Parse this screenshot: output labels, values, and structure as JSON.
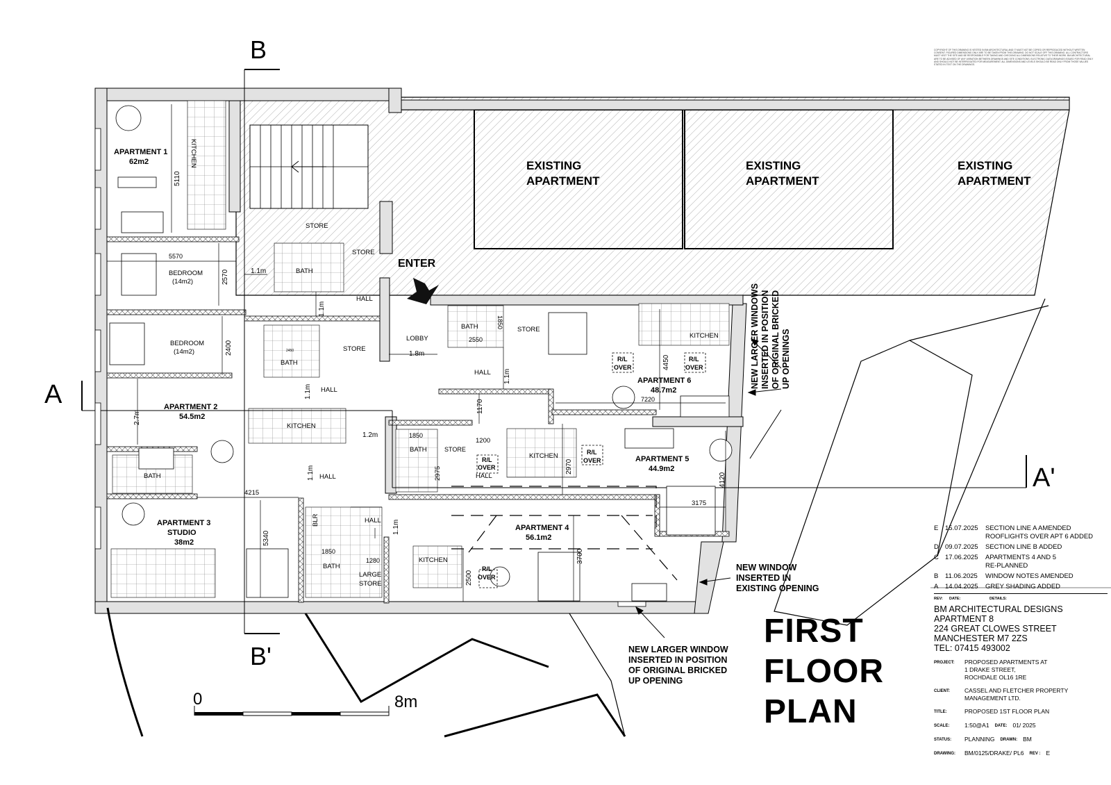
{
  "drawing_title": {
    "line1": "FIRST",
    "line2": "FLOOR",
    "line3": "PLAN"
  },
  "section_markers": {
    "b_top": "B",
    "b_bottom": "B'",
    "a_left": "A",
    "a_right": "A'"
  },
  "scale_bar": {
    "start": "0",
    "end": "8m"
  },
  "enter_label": "ENTER",
  "existing": [
    "EXISTING APARTMENT",
    "EXISTING APARTMENT",
    "EXISTING APARTMENT"
  ],
  "existing_lines": {
    "l1": "EXISTING",
    "l2": "APARTMENT"
  },
  "apartments": {
    "apt1": {
      "name": "APARTMENT 1",
      "area": "62m2"
    },
    "apt2": {
      "name": "APARTMENT 2",
      "area": "54.5m2"
    },
    "apt3": {
      "name": "APARTMENT 3",
      "sub": "STUDIO",
      "area": "38m2"
    },
    "apt4": {
      "name": "APARTMENT 4",
      "area": "56.1m2"
    },
    "apt5": {
      "name": "APARTMENT 5",
      "area": "44.9m2"
    },
    "apt6": {
      "name": "APARTMENT 6",
      "area": "48.7m2"
    }
  },
  "rooms": {
    "kitchen": "KITCHEN",
    "bedroom": "BEDROOM",
    "bedroom_area": "(14m2)",
    "bath": "BATH",
    "store": "STORE",
    "hall": "HALL",
    "lobby": "LOBBY",
    "blr": "BLR",
    "large_store_1": "LARGE",
    "large_store_2": "STORE",
    "rl": "R/L",
    "over": "OVER"
  },
  "dimensions": {
    "d5110": "5110",
    "d5570": "5570",
    "d2570": "2570",
    "d2400": "2400",
    "d27": "2.7m",
    "d11a": "1.1m",
    "d11b": "1.1m",
    "d11c": "1.1m",
    "d11d": "1.1m",
    "d11e": "1.1m",
    "d11f": "1.1m",
    "d18": "1.8m",
    "d12": "1.2m",
    "d2550": "2550",
    "d1850a": "1850",
    "d1850b": "1850",
    "d1850c": "1850",
    "d1170": "1170",
    "d1200": "1200",
    "d2975": "2975",
    "d2970": "2970",
    "d4450": "4450",
    "d7220": "7220",
    "d4120": "4120",
    "d3175": "3175",
    "d4215": "4215",
    "d5340": "5340",
    "d1280": "1280",
    "d2500": "2500",
    "d3700": "3700",
    "d2450": "2450"
  },
  "notes": {
    "windows_right": [
      "NEW LARGER WINDOWS",
      "INSERTED IN POSITION",
      "OF ORIGINAL BRICKED",
      "UP OPENINGS"
    ],
    "window_existing": [
      "NEW WINDOW",
      "INSERTED IN",
      "EXISTING OPENING"
    ],
    "window_bottom": [
      "NEW LARGER WINDOW",
      "INSERTED IN POSITION",
      "OF ORIGINAL BRICKED",
      "UP OPENING"
    ]
  },
  "copyright_text": "COPYRIGHT OF THIS DRAWING IS VESTED IN BM ARCHITECTURAL AND IT MUST NOT BE COPIED OR REPRODUCED WITHOUT WRITTEN CONSENT. FIGURED DIMENSIONS ONLY ARE TO BE TAKEN FROM THIS DRAWING. DO NOT SCALE OFF THIS DRAWING. ALL CONTRACTORS MUST VISIT THE SITE AND BE RESPONSIBLE FOR TAKING AND CHECKING ALL DIMENSIONS RELATIVE TO THEIR WORK. BM ARCHITECTURAL ARE TO BE ADVISED OF ANY VARIATION BETWEEN DRAWINGS AND SITE CONDITIONS. ELECTRONIC DATA DRAWINGS ISSUED FOR READ ONLY AND SHOULD NOT BE INTERROGATED FOR MEASUREMENT. ALL DIMENSIONS AND LEVELS SHOULD BE READ ONLY FROM THOSE VALUES STATED IN TEXT ON THE DRAWINGS.",
  "title_block": {
    "revisions": [
      {
        "code": "E",
        "date": "15.07.2025",
        "details": "SECTION LINE A AMENDED",
        "details2": "ROOFLIGHTS OVER APT 6 ADDED"
      },
      {
        "code": "D",
        "date": "09.07.2025",
        "details": "SECTION LINE B ADDED",
        "details2": ""
      },
      {
        "code": "C",
        "date": "17.06.2025",
        "details": "APARTMENTS 4 AND 5",
        "details2": "RE-PLANNED"
      },
      {
        "code": "B",
        "date": "11.06.2025",
        "details": "WINDOW NOTES AMENDED",
        "details2": ""
      },
      {
        "code": "A",
        "date": "14.04.2025",
        "details": "GREY SHADING ADDED",
        "details2": ""
      }
    ],
    "rev_headers": {
      "rev": "REV:",
      "date": "DATE:",
      "details": "DETAILS:"
    },
    "office": [
      "BM ARCHITECTURAL DESIGNS",
      "APARTMENT 8",
      "224 GREAT CLOWES STREET",
      "MANCHESTER M7 2ZS",
      "TEL: 07415 493002"
    ],
    "project_label": "PROJECT:",
    "project": [
      "PROPOSED APARTMENTS AT",
      "1 DRAKE STREET,",
      "ROCHDALE OL16 1RE"
    ],
    "client_label": "CLIENT:",
    "client": [
      "CASSEL AND FLETCHER PROPERTY",
      "MANAGEMENT LTD."
    ],
    "title_label": "TITLE:",
    "title": "PROPOSED 1ST FLOOR PLAN",
    "scale_label": "SCALE:",
    "scale": "1:50@A1",
    "date_label": "DATE:",
    "date": "01/ 2025",
    "status_label": "STATUS:",
    "status": "PLANNING",
    "drawn_label": "DRAWN:",
    "drawn": "BM",
    "drawing_label": "DRAWING:",
    "drawing": "BM/0125/DRAKE/ PL6",
    "rev_label": "REV :",
    "rev": "E"
  }
}
